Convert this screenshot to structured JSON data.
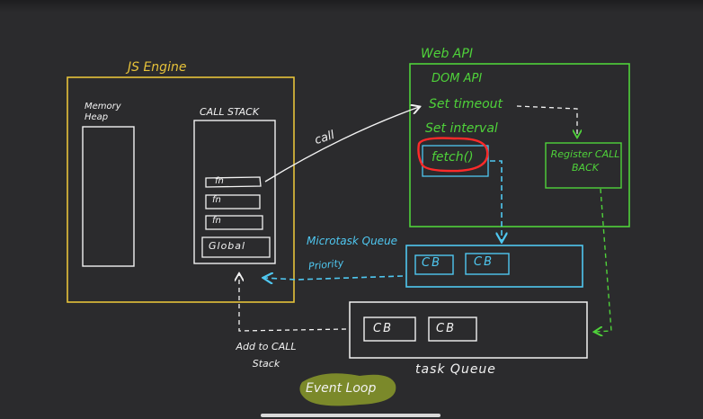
{
  "diagram": {
    "js_engine": {
      "title": "JS Engine",
      "memory_heap_label": "Memory Heap",
      "call_stack": {
        "title": "CALL STACK",
        "frames": [
          "fn",
          "fn",
          "fn",
          "Global"
        ]
      }
    },
    "call_arrow_label": "call",
    "web_api": {
      "title": "Web API",
      "items": [
        "DOM API",
        "Set timeout",
        "Set interval",
        "fetch()"
      ],
      "register_callback": "Register CALL BACK"
    },
    "microtask_queue": {
      "title": "Microtask Queue",
      "priority_label": "Priority",
      "items": [
        "CB",
        "CB"
      ]
    },
    "task_queue": {
      "title": "task Queue",
      "items": [
        "CB",
        "CB"
      ]
    },
    "add_to_call_stack_label": "Add to CALL Stack",
    "event_loop_label": "Event Loop"
  },
  "colors": {
    "background": "#2b2b2d",
    "js_engine": "#e6c23a",
    "web_api": "#4fd23a",
    "microtask": "#4fc7f0",
    "white": "#f2f2f2",
    "highlight_red": "#ff2a2a",
    "event_loop_marker": "#8a9a2a"
  }
}
